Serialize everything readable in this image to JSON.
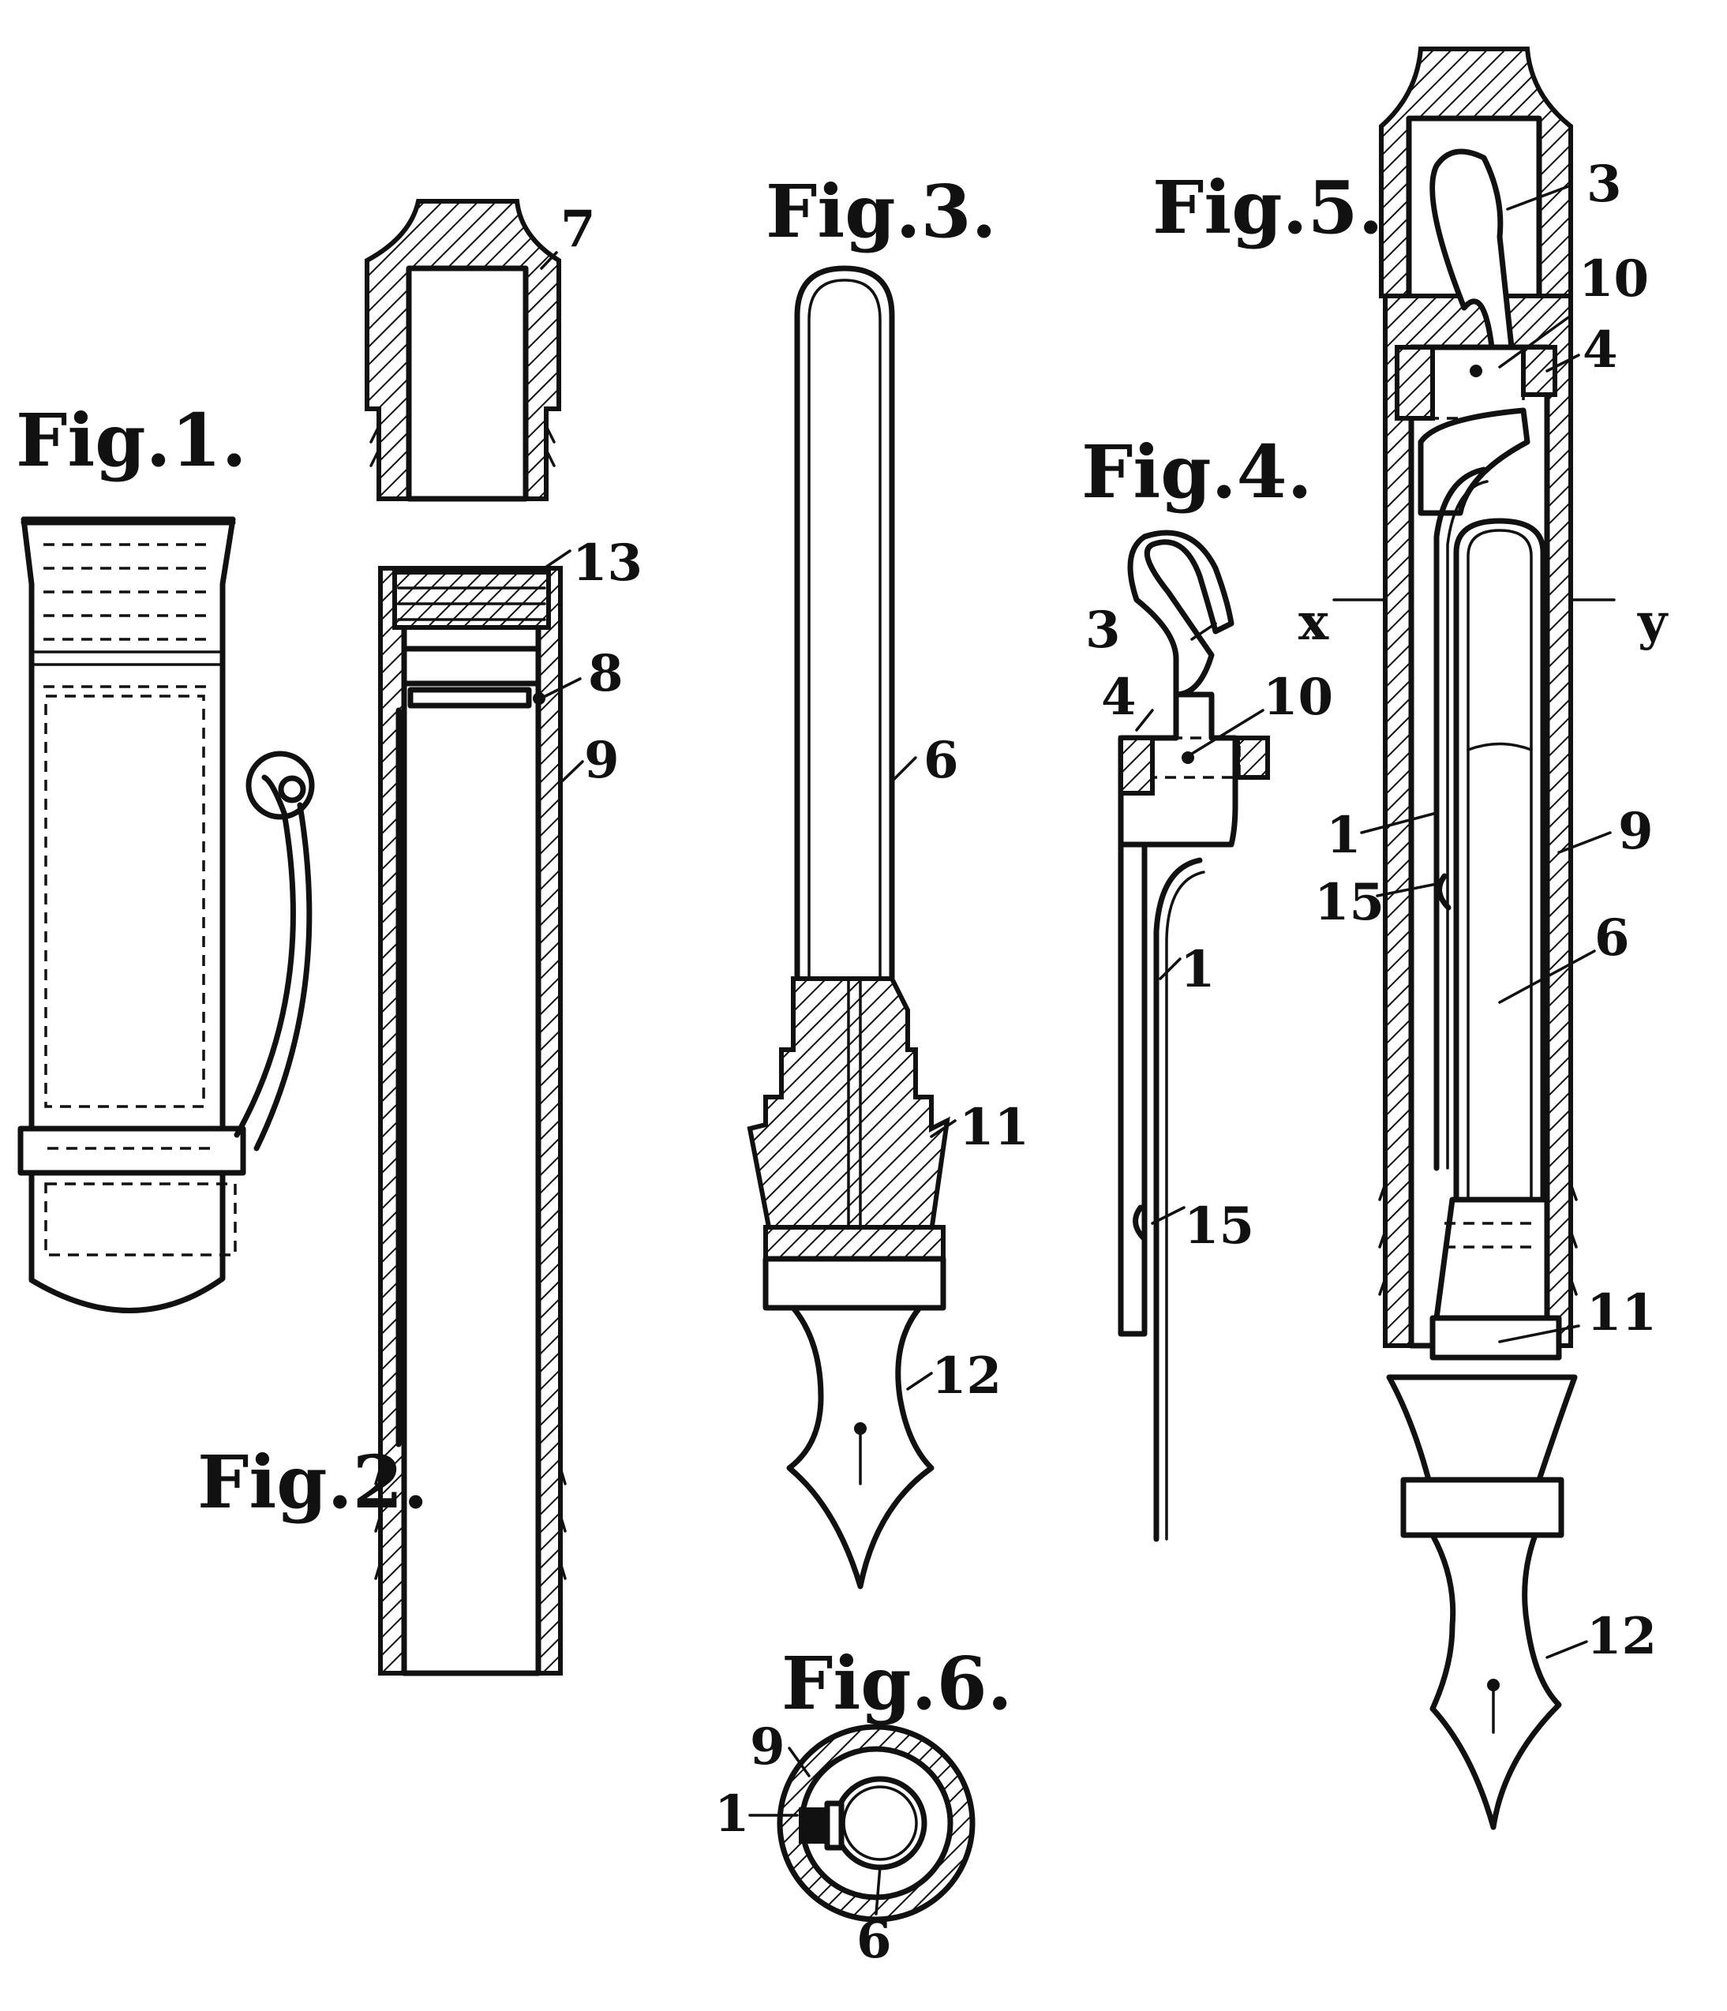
{
  "figures": {
    "fig1": {
      "label": "Fig.1."
    },
    "fig2": {
      "label": "Fig.2.",
      "refs": [
        "7",
        "13",
        "8",
        "9"
      ]
    },
    "fig3": {
      "label": "Fig.3.",
      "refs": [
        "6",
        "11",
        "12"
      ]
    },
    "fig4": {
      "label": "Fig.4.",
      "refs": [
        "3",
        "4",
        "10",
        "1",
        "15"
      ]
    },
    "fig5": {
      "label": "Fig.5.",
      "refs": [
        "3",
        "10",
        "4",
        "x",
        "y",
        "1",
        "15",
        "9",
        "6",
        "11",
        "12"
      ]
    },
    "fig6": {
      "label": "Fig.6.",
      "refs": [
        "9",
        "1",
        "6"
      ]
    }
  }
}
